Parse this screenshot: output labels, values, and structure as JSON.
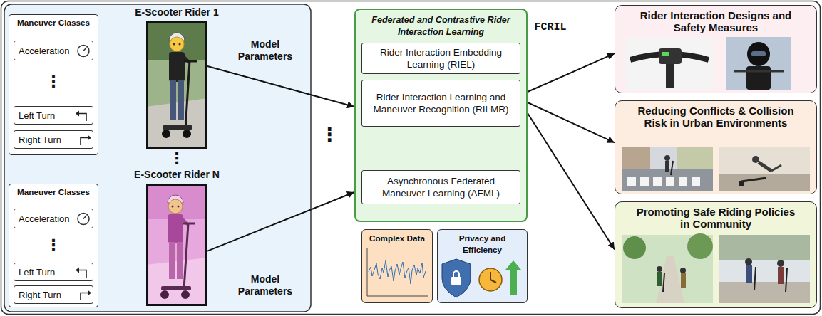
{
  "diagram": {
    "nodes": [
      {
        "text": [
          "E-Scooter Rider 1"
        ]
      },
      {
        "text": [
          "Maneuver Classes"
        ]
      },
      {
        "text": [
          "Acceleration"
        ],
        "in": 1
      },
      {
        "text": [
          "Left Turn"
        ],
        "in": 1
      },
      {
        "text": [
          "Right Turn"
        ],
        "in": 1
      },
      {
        "text": [
          "E-Scooter Rider N"
        ]
      },
      {
        "text": [
          "Maneuver Classes"
        ]
      },
      {
        "text": [
          "Acceleration"
        ],
        "in": 6
      },
      {
        "text": [
          "Left Turn"
        ],
        "in": 6
      },
      {
        "text": [
          "Right Turn"
        ],
        "in": 6
      },
      {
        "text": [
          "Federated and Contrastive Rider Interaction Learning"
        ]
      },
      {
        "text": [
          "Rider Interaction Embedding Learning (RIEL)"
        ],
        "in": 10
      },
      {
        "text": [
          "Rider Interaction Learning and Maneuver Recognition (RILMR)"
        ],
        "in": 10
      },
      {
        "text": [
          "Asynchronous Federated Maneuver Learning (AFML)"
        ],
        "in": 10
      },
      {
        "text": [
          "Complex Data"
        ]
      },
      {
        "text": [
          "Privacy and Efficiency"
        ]
      },
      {
        "text": [
          "Rider Interaction Designs and Safety Measures"
        ]
      },
      {
        "text": [
          "Reducing Conflicts & Collision Risk in Urban Environments"
        ]
      },
      {
        "text": [
          "Promoting Safe Riding Policies in Community"
        ]
      }
    ],
    "edges": [
      {
        "from": 0,
        "to": 10,
        "label": "Model Parameters",
        "arrow": "to"
      },
      {
        "from": 5,
        "to": 10,
        "label": "Model Parameters",
        "arrow": "to"
      },
      {
        "from": 10,
        "to": 16,
        "arrow": "to"
      },
      {
        "from": 10,
        "to": 17,
        "arrow": "to"
      },
      {
        "from": 10,
        "to": 18,
        "arrow": "to"
      }
    ],
    "labels": [
      "⋮",
      "⋮",
      "⋮",
      "⋮",
      "FCRIL"
    ]
  }
}
